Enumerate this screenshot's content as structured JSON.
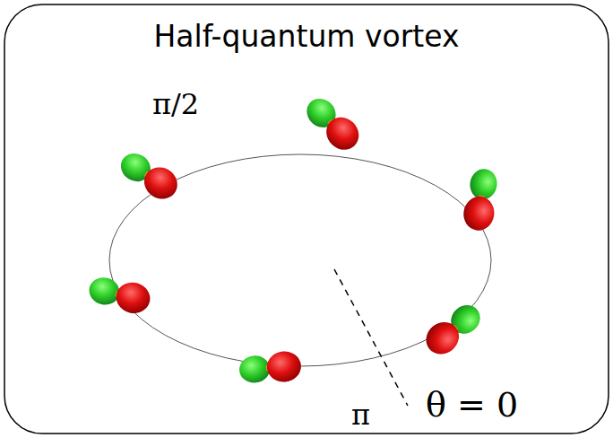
{
  "diagram": {
    "title": "Half-quantum vortex",
    "labels": [
      "π/2",
      "π",
      "θ = 0"
    ]
  }
}
